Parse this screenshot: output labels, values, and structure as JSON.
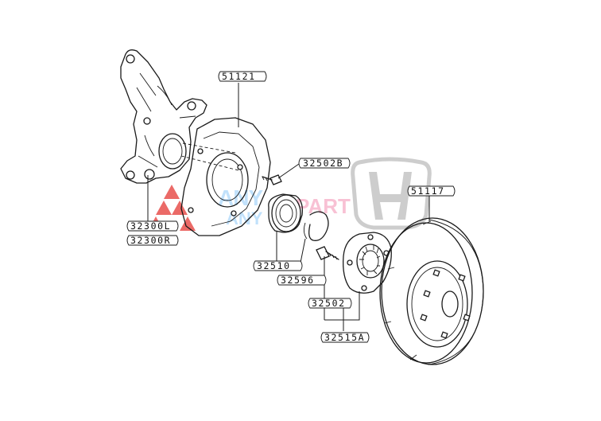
{
  "labels": {
    "knuckle_left": "32300L",
    "knuckle_right": "32300R",
    "dust_shield": "51121",
    "shield_bolt": "32502B",
    "bearing": "32510",
    "snap_ring": "32596",
    "hub_bolt": "32502",
    "hub_assembly": "32515A",
    "brake_disc": "51117"
  },
  "colors": {
    "line": "#1a1a1a",
    "watermark_red": "#e53935",
    "watermark_blue": "#90caf9",
    "logo_gray": "#c8c8c8"
  },
  "watermarks": {
    "left_logo": "mitsubishi-logo",
    "center_text": "ANYPART",
    "right_logo": "honda-logo"
  }
}
